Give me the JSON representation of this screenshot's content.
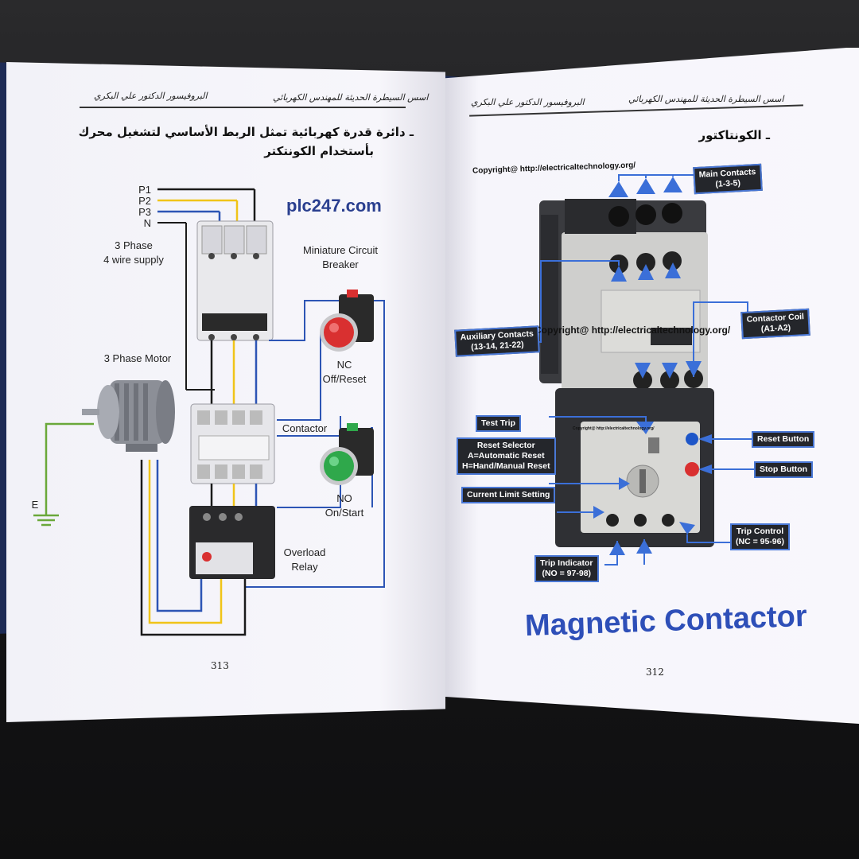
{
  "left_page": {
    "running_head_right": "اسس السيطرة الحديثة للمهندس الكهربائي",
    "running_head_left": "البروفيسور الدكتور علي البكري",
    "heading_line1": "ـ  دائرة قدرة كهربائية تمثل الربط الأساسي لتشغيل محرك",
    "heading_line2": "بأستخدام الكونتكتر",
    "watermark": "plc247.com",
    "labels": {
      "p1": "P1",
      "p2": "P2",
      "p3": "P3",
      "n": "N",
      "supply_line1": "3 Phase",
      "supply_line2": "4 wire supply",
      "mcb_line1": "Miniature Circuit",
      "mcb_line2": "Breaker",
      "motor": "3 Phase Motor",
      "nc_line1": "NC",
      "nc_line2": "Off/Reset",
      "contactor": "Contactor",
      "no_line1": "NO",
      "no_line2": "On/Start",
      "overload_line1": "Overload",
      "overload_line2": "Relay",
      "earth": "E"
    },
    "page_number": "313"
  },
  "right_page": {
    "running_head_right": "اسس السيطرة الحديثة للمهندس الكهربائي",
    "running_head_left": "البروفيسور الدكتور علي البكري",
    "heading": "ـ  الكونتاكتور",
    "copyright_top": "Copyright@ http://electricaltechnology.org/",
    "copyright_mid": "Copyright@ http://electricaltechnology.org/",
    "copyright_small": "Copyright@ http://electricaltechnology.org/",
    "callouts": {
      "main_contacts": [
        "Main Contacts",
        "(1-3-5)"
      ],
      "contactor_coil": [
        "Contactor Coil",
        "(A1-A2)"
      ],
      "aux_contacts": [
        "Auxiliary Contacts",
        "(13-14, 21-22)"
      ],
      "test_trip": [
        "Test Trip"
      ],
      "reset_selector": [
        "Reset Selector",
        "A=Automatic Reset",
        "H=Hand/Manual Reset"
      ],
      "current_limit": [
        "Current Limit Setting"
      ],
      "reset_button": [
        "Reset Button"
      ],
      "stop_button": [
        "Stop Button"
      ],
      "trip_control": [
        "Trip Control",
        "(NC = 95-96)"
      ],
      "trip_indicator": [
        "Trip Indicator",
        "(NO = 97-98)"
      ]
    },
    "title": "Magnetic Contactor",
    "page_number": "312"
  },
  "colors": {
    "wire_black": "#1a1a1a",
    "wire_yellow": "#f0c419",
    "wire_blue": "#2d55b5",
    "wire_earth": "#6aa83a",
    "button_red": "#d93030",
    "button_green": "#2fa84b",
    "callout_border": "#4a78d6",
    "arrow_blue": "#3b6fd8",
    "title_blue": "#2e4fb8"
  }
}
